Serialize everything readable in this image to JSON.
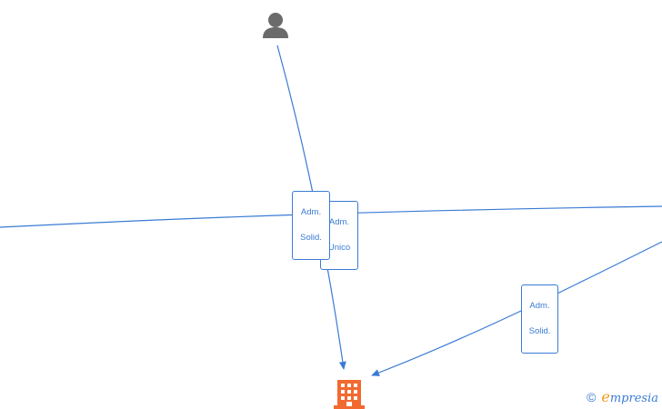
{
  "diagram": {
    "nodes": [
      {
        "id": "person",
        "icon": "person-icon",
        "color": "#6b6b6b"
      },
      {
        "id": "company",
        "icon": "building-icon",
        "color": "#f26a30"
      }
    ],
    "edges": [
      {
        "id": "e1",
        "label_line1": "Adm.",
        "label_line2": "Solid."
      },
      {
        "id": "e2",
        "label_line1": "Adm.",
        "label_line2": "Unico"
      },
      {
        "id": "e3",
        "label_line1": "Adm.",
        "label_line2": "Solid."
      }
    ],
    "edge_color": "#3a7bd5"
  },
  "footer": {
    "copyright_symbol": "©",
    "brand_first": "e",
    "brand_rest": "mpresia"
  }
}
